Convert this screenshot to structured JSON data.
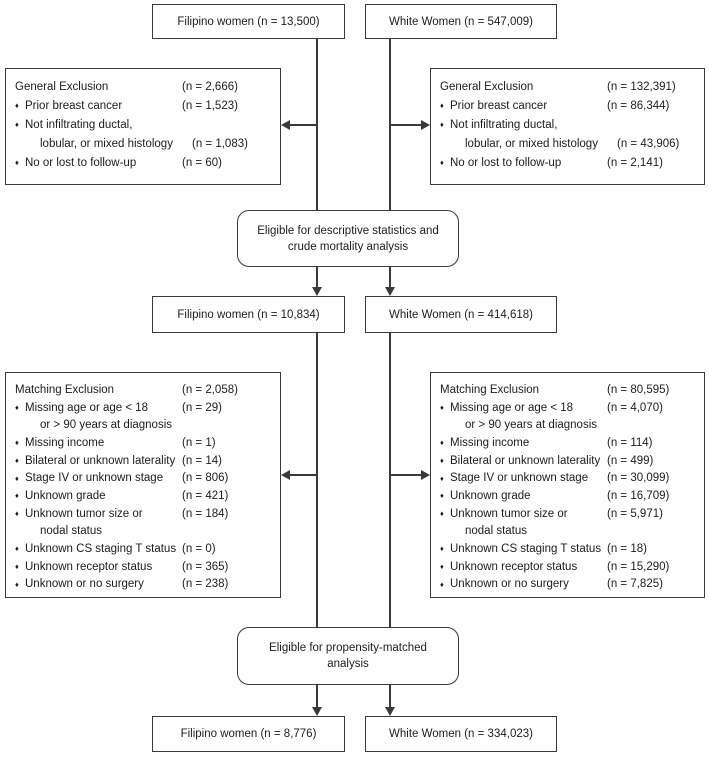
{
  "colors": {
    "line": "#3a3a3a",
    "text": "#1c1c1c",
    "background": "#ffffff"
  },
  "glyphs": {
    "bullet": "♦"
  },
  "diagram": {
    "cohorts": {
      "initial": {
        "filipino": "Filipino women (n = 13,500)",
        "white": "White Women (n = 547,009)"
      },
      "eligible": {
        "filipino": "Filipino women (n = 10,834)",
        "white": "White Women (n = 414,618)"
      },
      "matched": {
        "filipino": "Filipino women (n = 8,776)",
        "white": "White Women (n = 334,023)"
      }
    },
    "process": {
      "descriptive": {
        "line1": "Eligible for descriptive statistics and",
        "line2": "crude mortality analysis"
      },
      "propensity": {
        "line1": "Eligible for propensity-matched",
        "line2": "analysis"
      }
    },
    "exclusions": {
      "general_filipino": {
        "header": {
          "t": "General Exclusion",
          "v": "(n = 2,666)"
        },
        "lines": [
          {
            "t": "Prior breast cancer",
            "v": "(n = 1,523)"
          },
          {
            "t": "Not infiltrating ductal,",
            "v": ""
          },
          {
            "t": "lobular, or mixed histology",
            "v": "(n = 1,083)"
          },
          {
            "t": "No or lost to follow-up",
            "v": "(n = 60)"
          }
        ]
      },
      "general_white": {
        "header": {
          "t": "General Exclusion",
          "v": "(n = 132,391)"
        },
        "lines": [
          {
            "t": "Prior breast cancer",
            "v": "(n = 86,344)"
          },
          {
            "t": "Not infiltrating ductal,",
            "v": ""
          },
          {
            "t": "lobular, or mixed histology",
            "v": "(n = 43,906)"
          },
          {
            "t": "No or lost to follow-up",
            "v": "(n = 2,141)"
          }
        ]
      },
      "matching_filipino": {
        "header": {
          "t": "Matching Exclusion",
          "v": "(n = 2,058)"
        },
        "lines": [
          {
            "t": "Missing age or age < 18",
            "v": "(n = 29)"
          },
          {
            "t": "or > 90 years at diagnosis",
            "v": ""
          },
          {
            "t": "Missing income",
            "v": "(n = 1)"
          },
          {
            "t": "Bilateral or unknown laterality",
            "v": "(n = 14)"
          },
          {
            "t": "Stage IV or unknown stage",
            "v": "(n = 806)"
          },
          {
            "t": "Unknown grade",
            "v": "(n = 421)"
          },
          {
            "t": "Unknown tumor size or",
            "v": "(n = 184)"
          },
          {
            "t": "nodal status",
            "v": ""
          },
          {
            "t": "Unknown CS staging T status",
            "v": "(n = 0)"
          },
          {
            "t": "Unknown receptor status",
            "v": "(n = 365)"
          },
          {
            "t": "Unknown or no surgery",
            "v": "(n = 238)"
          }
        ]
      },
      "matching_white": {
        "header": {
          "t": "Matching Exclusion",
          "v": "(n = 80,595)"
        },
        "lines": [
          {
            "t": "Missing age or age < 18",
            "v": "(n = 4,070)"
          },
          {
            "t": "or > 90 years at diagnosis",
            "v": ""
          },
          {
            "t": "Missing income",
            "v": "(n = 114)"
          },
          {
            "t": "Bilateral or unknown laterality",
            "v": "(n = 499)"
          },
          {
            "t": "Stage IV or unknown stage",
            "v": "(n = 30,099)"
          },
          {
            "t": "Unknown grade",
            "v": "(n = 16,709)"
          },
          {
            "t": "Unknown tumor size or",
            "v": "(n = 5,971)"
          },
          {
            "t": "nodal status",
            "v": ""
          },
          {
            "t": "Unknown CS staging T status",
            "v": "(n = 18)"
          },
          {
            "t": "Unknown receptor status",
            "v": "(n = 15,290)"
          },
          {
            "t": "Unknown or no surgery",
            "v": "(n = 7,825)"
          }
        ]
      }
    }
  }
}
